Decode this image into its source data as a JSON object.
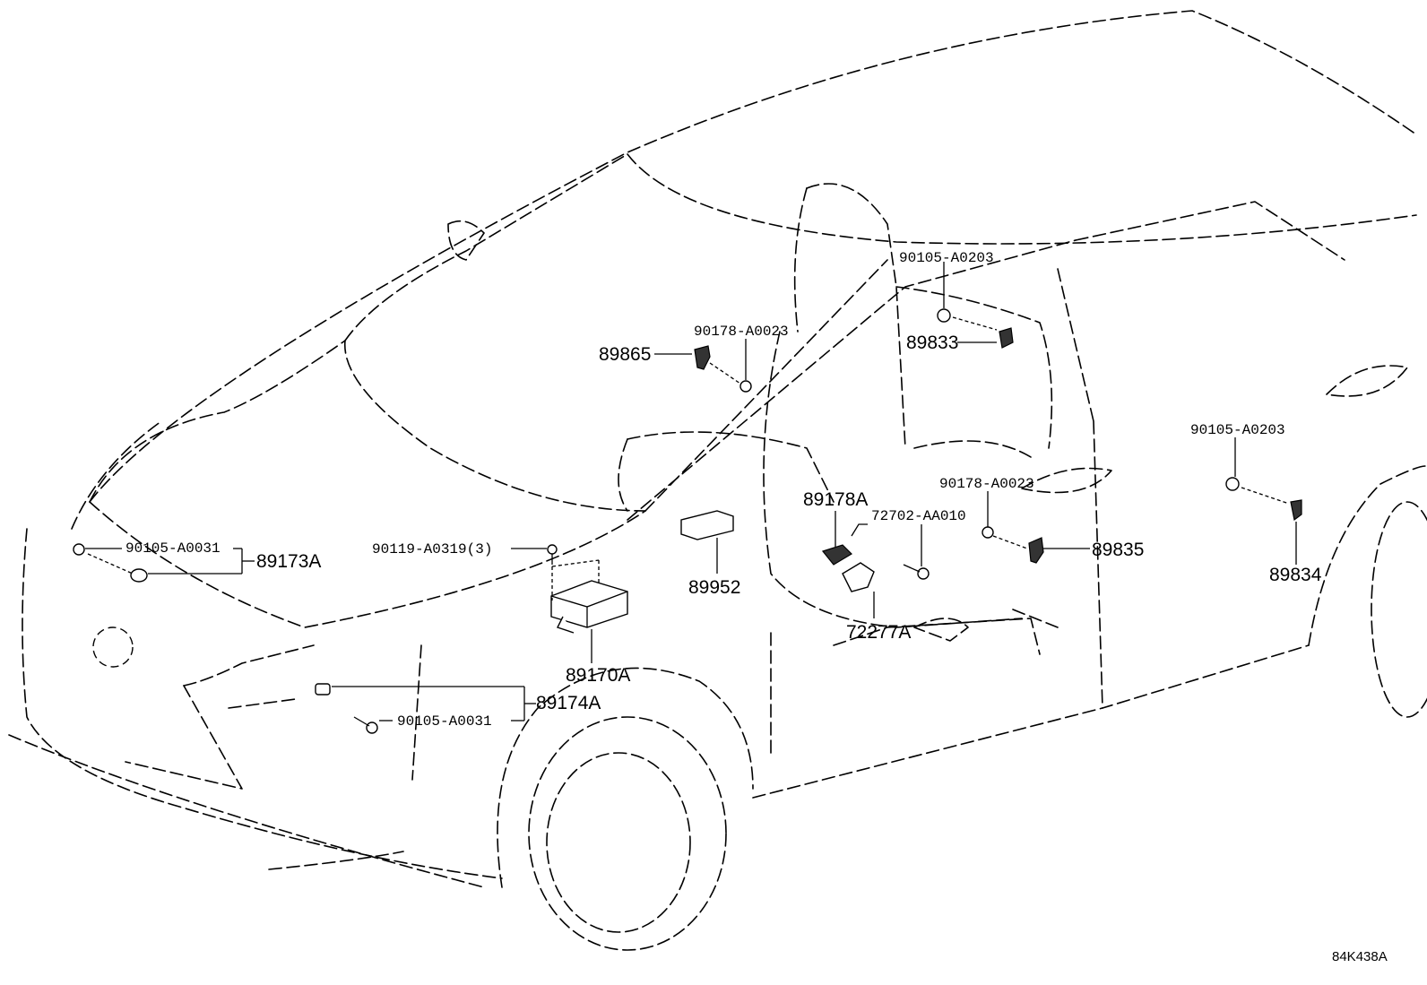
{
  "labels": {
    "bolt_90105_a0203_top": "90105-A0203",
    "part_89833": "89833",
    "nut_90178_a0023_top": "90178-A0023",
    "part_89865": "89865",
    "part_89178a": "89178A",
    "part_72702_aa010": "72702-AA010",
    "bolt_90105_a0031_left": "90105-A0031",
    "part_89173a": "89173A",
    "bolt_90119_a0319": "90119-A0319(3)",
    "part_89952": "89952",
    "part_89170a": "89170A",
    "part_72277a": "72277A",
    "part_89174a": "89174A",
    "bolt_90105_a0031_lower": "90105-A0031",
    "nut_90178_a0023_right": "90178-A0023",
    "part_89835": "89835",
    "bolt_90105_a0203_right": "90105-A0203",
    "part_89834": "89834"
  },
  "figure_code": "84K438A"
}
